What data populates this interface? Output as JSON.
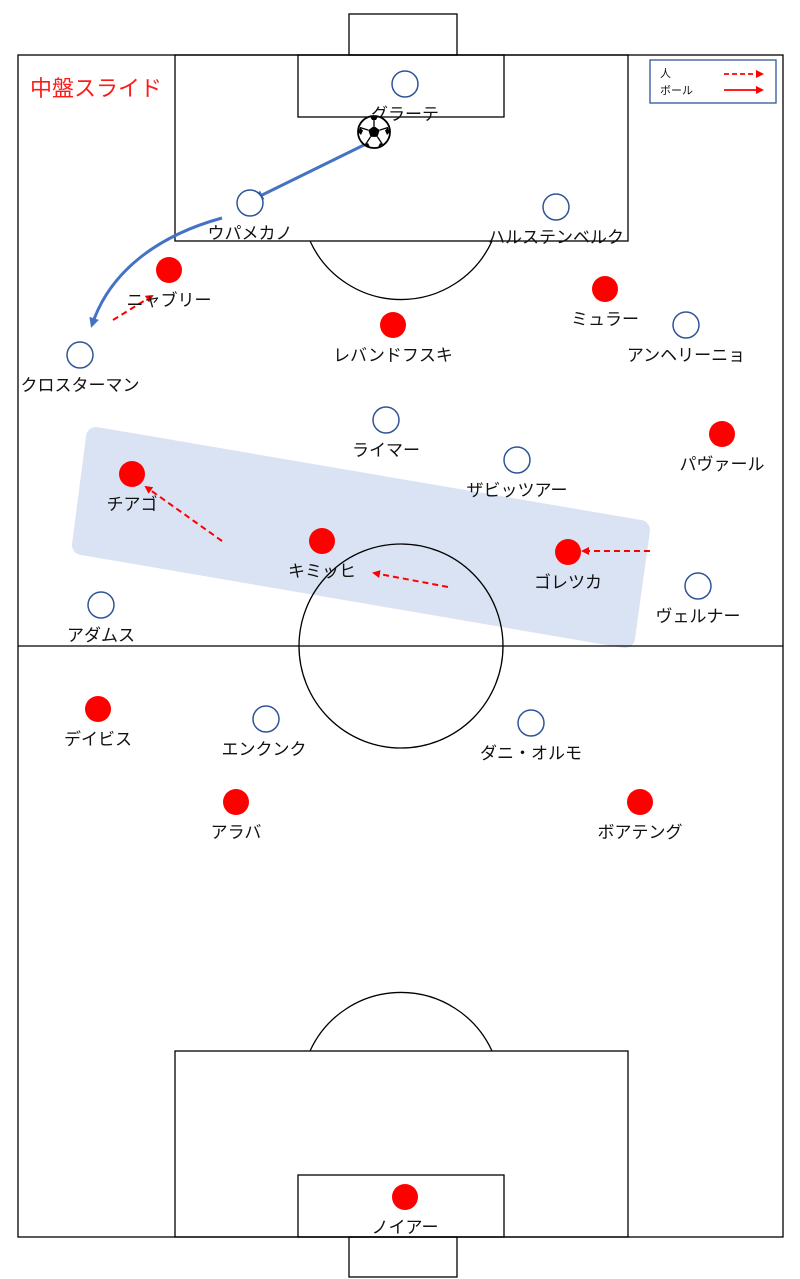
{
  "title": "中盤スライド",
  "legend": {
    "person": "人",
    "ball": "ボール"
  },
  "colors": {
    "red_team": "#ff0000",
    "blue_team": "#4472c4",
    "highlight": "#dae3f3",
    "arrow_red": "#ff0000",
    "arrow_blue": "#4472c4"
  },
  "players_white": [
    {
      "name": "グラーテ"
    },
    {
      "name": "ウパメカノ"
    },
    {
      "name": "ハルステンベルク"
    },
    {
      "name": "アンヘリーニョ"
    },
    {
      "name": "クロスターマン"
    },
    {
      "name": "ライマー"
    },
    {
      "name": "ザビッツアー"
    },
    {
      "name": "ヴェルナー"
    },
    {
      "name": "アダムス"
    },
    {
      "name": "エンクンク"
    },
    {
      "name": "ダニ・オルモ"
    }
  ],
  "players_red": [
    {
      "name": "ニャブリー"
    },
    {
      "name": "レバンドフスキ"
    },
    {
      "name": "ミュラー"
    },
    {
      "name": "パヴァール"
    },
    {
      "name": "チアゴ"
    },
    {
      "name": "キミッヒ"
    },
    {
      "name": "ゴレツカ"
    },
    {
      "name": "デイビス"
    },
    {
      "name": "アラバ"
    },
    {
      "name": "ボアテング"
    },
    {
      "name": "ノイアー"
    }
  ],
  "ball_icon": "soccer-ball-icon"
}
